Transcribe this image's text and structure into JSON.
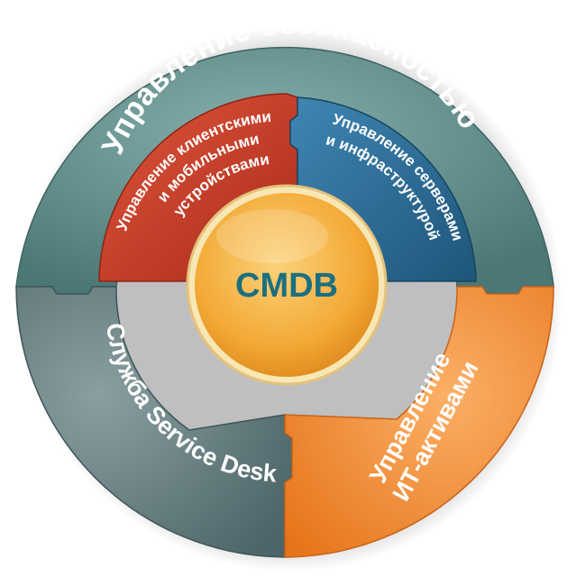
{
  "center": {
    "label": "CMDB"
  },
  "outer_ring": {
    "label": "Управление безопасностью"
  },
  "segments": {
    "service_desk": {
      "label": "Служба Service Desk"
    },
    "it_assets": {
      "line1": "Управление",
      "line2": "ИТ-активами"
    }
  },
  "inner_ring": {
    "clients": {
      "line1": "Управление клиентскими",
      "line2": "и мобильными",
      "line3": "устройствами"
    },
    "servers": {
      "line1": "Управление серверами",
      "line2": "и инфраструктурой"
    }
  },
  "colors": {
    "teal": "#5f8f8c",
    "slate": "#627a7e",
    "orange": "#f08a2a",
    "red": "#c73a26",
    "blue": "#2b6a92",
    "center_yellow": "#f4b13a",
    "center_text": "#1b6f80"
  }
}
